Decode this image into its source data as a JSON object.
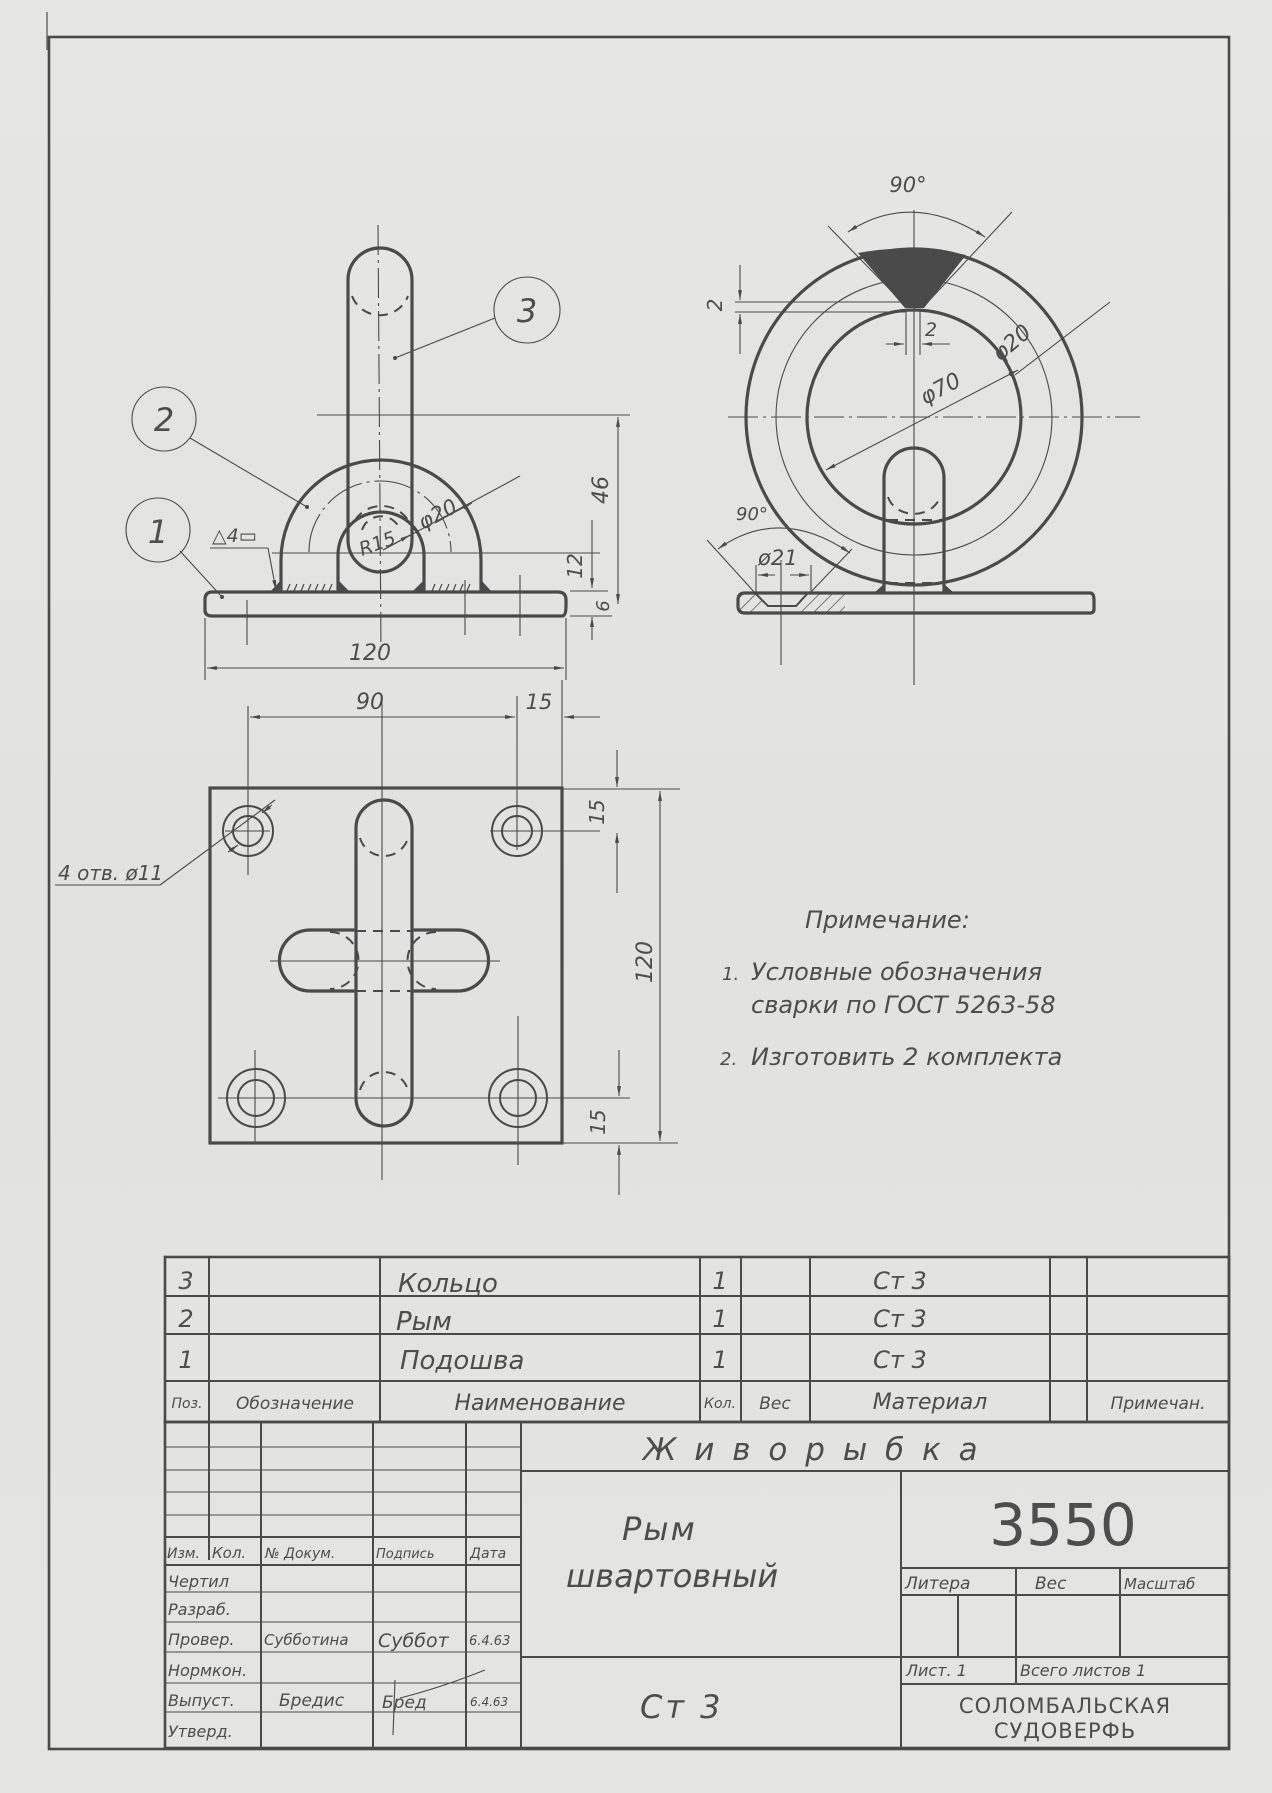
{
  "sheet": {
    "paper_color": "#e3e3e1",
    "ink_color": "#4a4a4a"
  },
  "front_view": {
    "callouts": [
      {
        "label": "1",
        "target": "base-plate"
      },
      {
        "label": "2",
        "target": "eye"
      },
      {
        "label": "3",
        "target": "ring"
      }
    ],
    "weld_symbol": "△4▭",
    "dims": {
      "radius": "R15",
      "diameter": "φ20",
      "height_46": "46",
      "height_12": "12",
      "height_6": "6",
      "width_120": "120"
    }
  },
  "side_view": {
    "dims": {
      "angle_top": "90°",
      "gap_v": "2",
      "gap_h": "2",
      "ring_inner_dia": "φ70",
      "ring_rod_dia": "φ20",
      "angle_countersink": "90°",
      "hole_dia": "ø21"
    }
  },
  "plan_view": {
    "dims": {
      "hole_spacing": "90",
      "edge_offset_top": "15",
      "edge_offset_h": "15",
      "edge_offset_bottom": "15",
      "overall_height": "120"
    },
    "holes_note": "4 отв. ø11"
  },
  "notes": {
    "heading": "Примечание:",
    "items": [
      {
        "num": "1.",
        "line1": "Условные  обозначения",
        "line2": "сварки  по ГОСТ  5263-58"
      },
      {
        "num": "2.",
        "line1": "Изготовить  2 комплекта"
      }
    ]
  },
  "parts_list": {
    "headers": {
      "pos": "Поз.",
      "designation": "Обозначение",
      "name": "Наименование",
      "qty": "Кол.",
      "weight": "Вес",
      "material": "Материал",
      "note": "Примечан."
    },
    "rows": [
      {
        "pos": "3",
        "designation": "",
        "name": "Кольцо",
        "qty": "1",
        "weight": "",
        "material": "Ст 3",
        "note": ""
      },
      {
        "pos": "2",
        "designation": "",
        "name": "Рым",
        "qty": "1",
        "weight": "",
        "material": "Ст 3",
        "note": ""
      },
      {
        "pos": "1",
        "designation": "",
        "name": "Подошва",
        "qty": "1",
        "weight": "",
        "material": "Ст 3",
        "note": ""
      }
    ]
  },
  "title_block": {
    "project": "Ж и в о р ы б к а",
    "title_line1": "Рым",
    "title_line2": "швартовный",
    "material": "Ст 3",
    "drawing_number": "3550",
    "litera_label": "Литера",
    "weight_label": "Вес",
    "scale_label": "Масштаб",
    "sheet_label": "Лист. 1",
    "total_sheets_label": "Всего листов 1",
    "organization_line1": "СОЛОМБАЛЬСКАЯ",
    "organization_line2": "СУДОВЕРФЬ",
    "revision_headers": {
      "change": "Изм.",
      "qty": "Кол.",
      "doc_no": "№ Докум.",
      "signature": "Подпись",
      "date": "Дата"
    },
    "roles": [
      {
        "role": "Чертил",
        "name": "",
        "signature": "",
        "date": ""
      },
      {
        "role": "Разраб.",
        "name": "",
        "signature": "",
        "date": ""
      },
      {
        "role": "Провер.",
        "name": "Субботина",
        "signature": "Суббот",
        "date": "6.4.63"
      },
      {
        "role": "Нормкон.",
        "name": "",
        "signature": "",
        "date": ""
      },
      {
        "role": "Выпуст.",
        "name": "Бредис",
        "signature": "Бред",
        "date": "6.4.63"
      },
      {
        "role": "Утверд.",
        "name": "",
        "signature": "",
        "date": ""
      }
    ]
  }
}
